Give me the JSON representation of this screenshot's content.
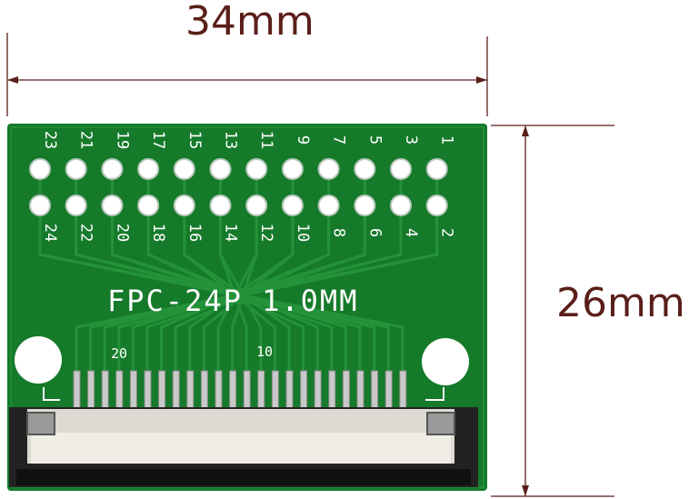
{
  "dimensions": {
    "width_label": "34mm",
    "height_label": "26mm"
  },
  "board": {
    "silkscreen": "FPC-24P 1.0MM",
    "top_row_pins": [
      "23",
      "21",
      "19",
      "17",
      "15",
      "13",
      "11",
      "9",
      "7",
      "5",
      "3",
      "1"
    ],
    "bottom_row_pins": [
      "24",
      "22",
      "20",
      "18",
      "16",
      "14",
      "12",
      "10",
      "8",
      "6",
      "4",
      "2"
    ],
    "connector_marks": [
      "20",
      "10"
    ]
  },
  "colors": {
    "pcb": "#157a2a",
    "dimension_line": "#5a1f1a",
    "silkscreen": "#ffffff"
  }
}
